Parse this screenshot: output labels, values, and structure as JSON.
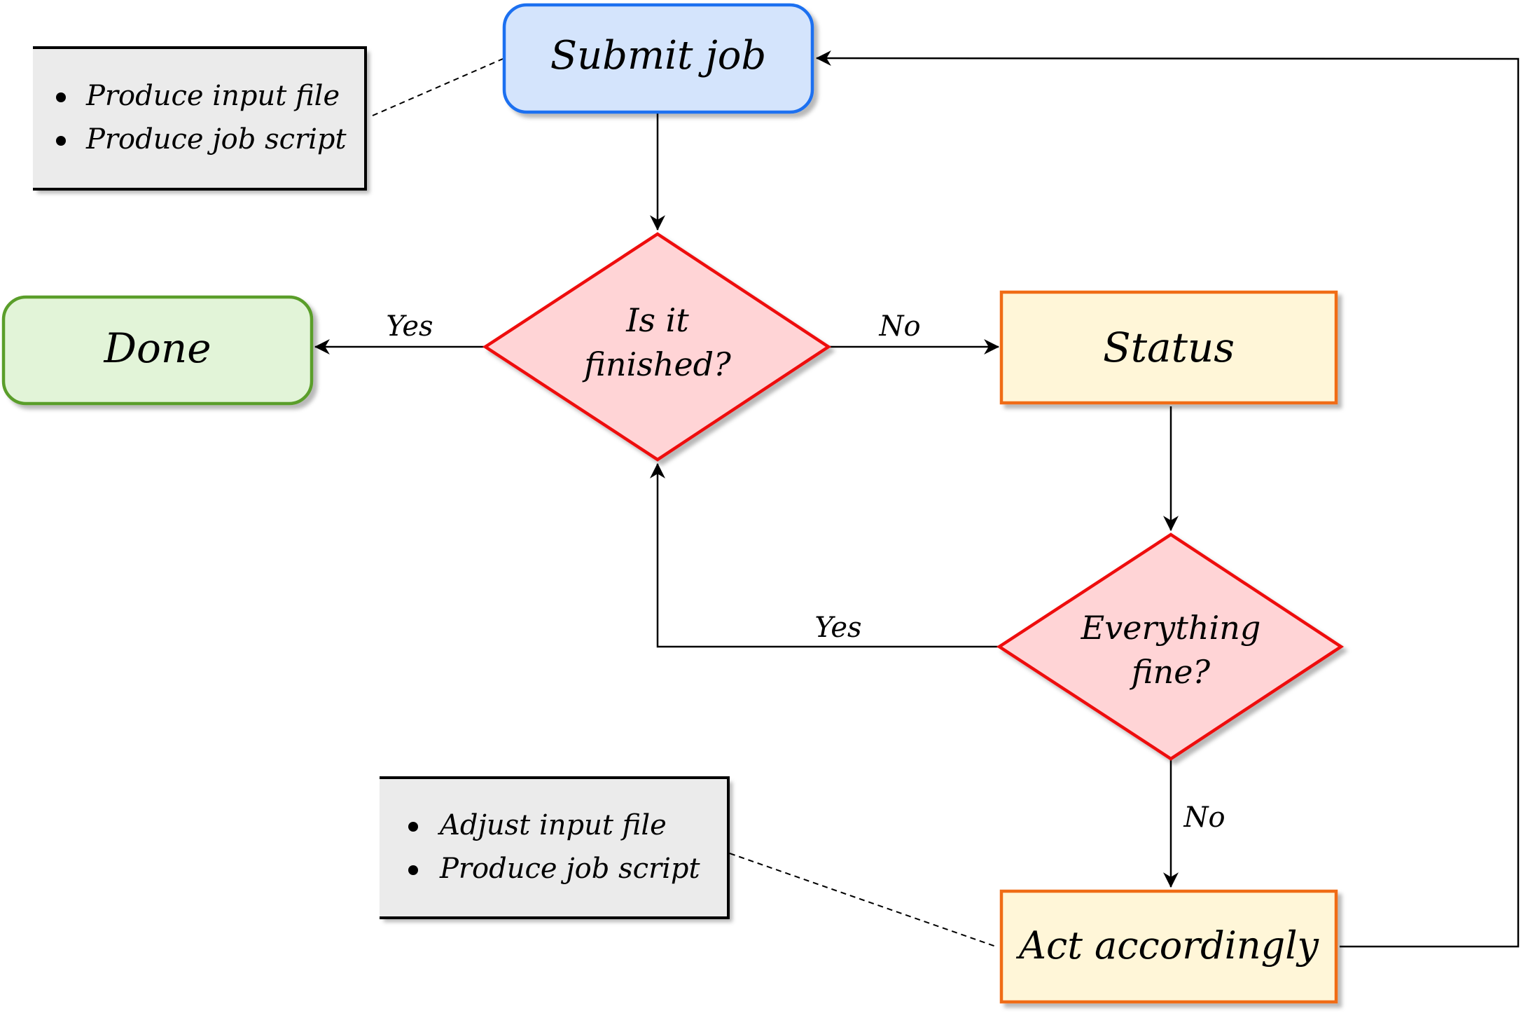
{
  "nodes": {
    "submit": {
      "label": "Submit job",
      "fill": "#d4e4fc",
      "stroke": "#1a6ff0"
    },
    "finished": {
      "line1": "Is it",
      "line2": "finished?",
      "fill": "#ffd4d6",
      "stroke": "#ee1111"
    },
    "done": {
      "label": "Done",
      "fill": "#e2f4d8",
      "stroke": "#5a9e2a"
    },
    "status": {
      "label": "Status",
      "fill": "#fff6d8",
      "stroke": "#f06c12"
    },
    "everything": {
      "line1": "Everything",
      "line2": "fine?",
      "fill": "#ffd4d6",
      "stroke": "#ee1111"
    },
    "act": {
      "label": "Act accordingly",
      "fill": "#fff6d8",
      "stroke": "#f06c12"
    }
  },
  "edges": {
    "finished_yes": "Yes",
    "finished_no": "No",
    "everything_yes": "Yes",
    "everything_no": "No"
  },
  "notes": {
    "top": {
      "items": [
        "Produce input file",
        "Produce job script"
      ],
      "fill": "#ebebeb"
    },
    "bottom": {
      "items": [
        "Adjust input file",
        "Produce job script"
      ],
      "fill": "#ebebeb"
    }
  }
}
